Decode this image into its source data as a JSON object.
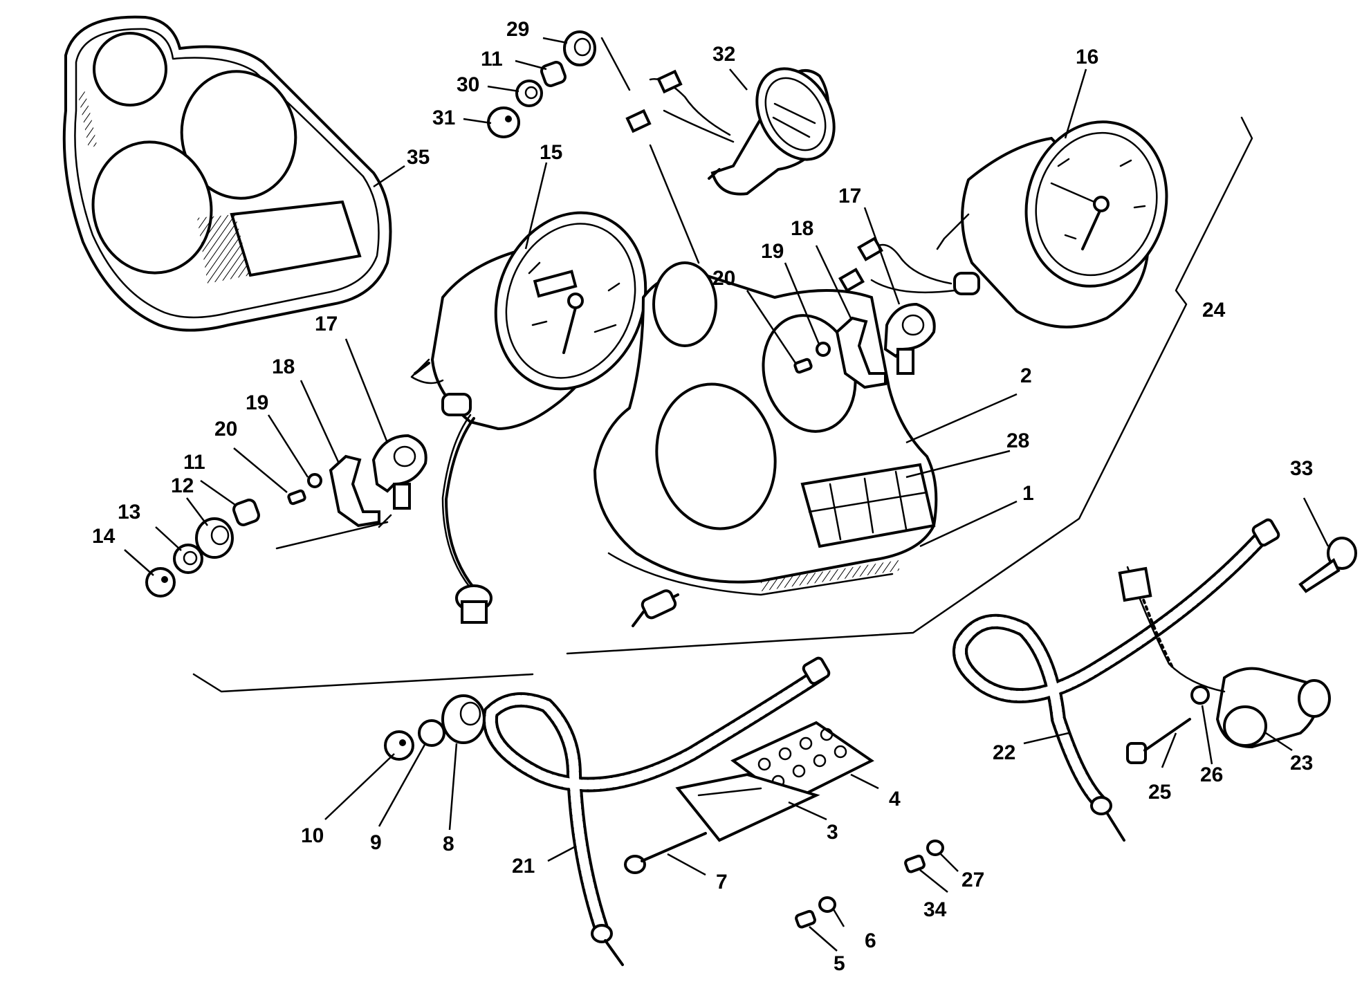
{
  "callouts": [
    {
      "id": "c1",
      "label": "1"
    },
    {
      "id": "c2",
      "label": "2"
    },
    {
      "id": "c3",
      "label": "3"
    },
    {
      "id": "c4",
      "label": "4"
    },
    {
      "id": "c5",
      "label": "5"
    },
    {
      "id": "c6",
      "label": "6"
    },
    {
      "id": "c7",
      "label": "7"
    },
    {
      "id": "c8",
      "label": "8"
    },
    {
      "id": "c9",
      "label": "9"
    },
    {
      "id": "c10",
      "label": "10"
    },
    {
      "id": "c11a",
      "label": "11"
    },
    {
      "id": "c11b",
      "label": "11"
    },
    {
      "id": "c12",
      "label": "12"
    },
    {
      "id": "c13",
      "label": "13"
    },
    {
      "id": "c14",
      "label": "14"
    },
    {
      "id": "c15",
      "label": "15"
    },
    {
      "id": "c16",
      "label": "16"
    },
    {
      "id": "c17a",
      "label": "17"
    },
    {
      "id": "c17b",
      "label": "17"
    },
    {
      "id": "c18a",
      "label": "18"
    },
    {
      "id": "c18b",
      "label": "18"
    },
    {
      "id": "c19a",
      "label": "19"
    },
    {
      "id": "c19b",
      "label": "19"
    },
    {
      "id": "c20a",
      "label": "20"
    },
    {
      "id": "c20b",
      "label": "20"
    },
    {
      "id": "c21",
      "label": "21"
    },
    {
      "id": "c22",
      "label": "22"
    },
    {
      "id": "c23",
      "label": "23"
    },
    {
      "id": "c24",
      "label": "24"
    },
    {
      "id": "c25",
      "label": "25"
    },
    {
      "id": "c26",
      "label": "26"
    },
    {
      "id": "c27",
      "label": "27"
    },
    {
      "id": "c28",
      "label": "28"
    },
    {
      "id": "c29",
      "label": "29"
    },
    {
      "id": "c30",
      "label": "30"
    },
    {
      "id": "c31",
      "label": "31"
    },
    {
      "id": "c32",
      "label": "32"
    },
    {
      "id": "c33",
      "label": "33"
    },
    {
      "id": "c34",
      "label": "34"
    },
    {
      "id": "c35",
      "label": "35"
    }
  ]
}
